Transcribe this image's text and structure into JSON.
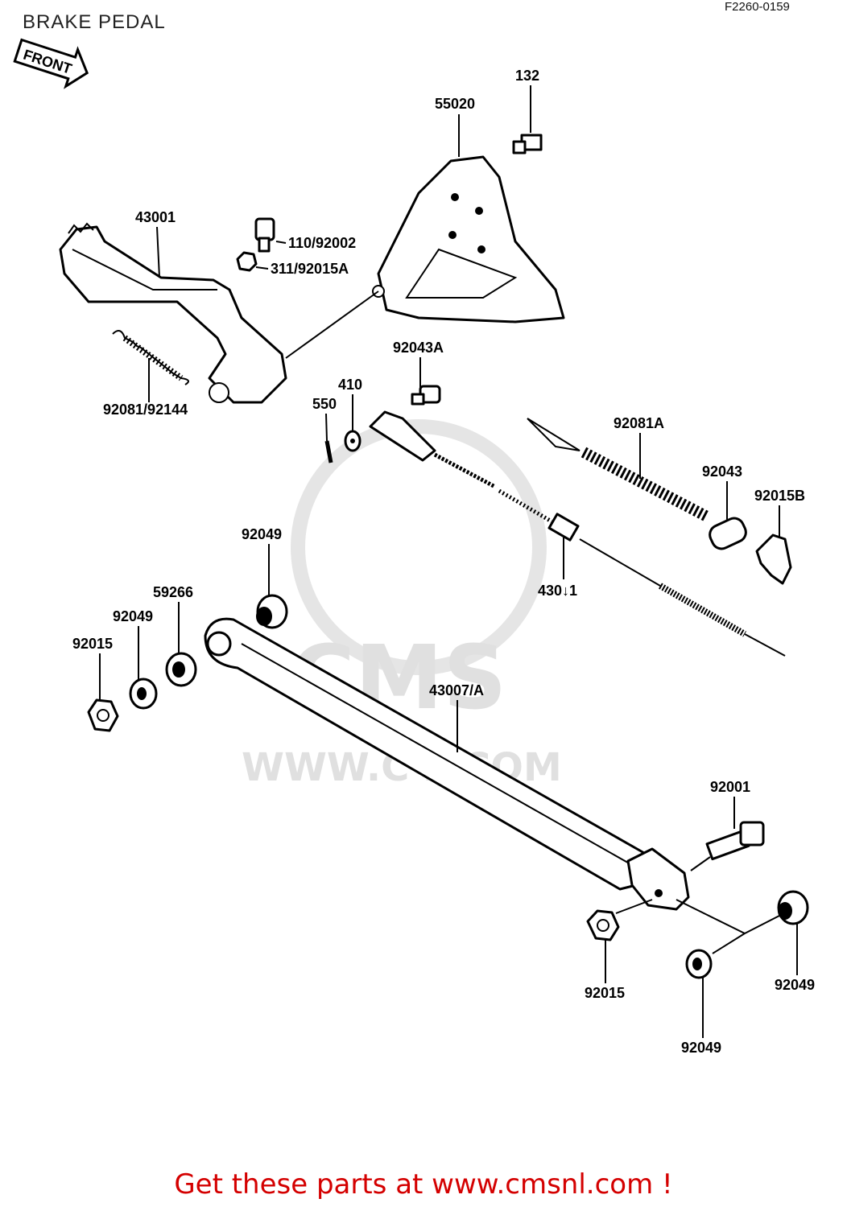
{
  "header": {
    "title": "BRAKE PEDAL",
    "reference": "F2260-0159"
  },
  "front_badge": "FRONT",
  "watermark": {
    "brand": "CMS",
    "url": "WWW.C  L.COM"
  },
  "parts": {
    "p132": "132",
    "p55020": "55020",
    "p43001": "43001",
    "p110_92002": "110/92002",
    "p311_92015A": "311/92015A",
    "p92081_92144": "92081/92144",
    "p92043A": "92043A",
    "p410": "410",
    "p550": "550",
    "p92081A": "92081A",
    "p92043": "92043",
    "p92015B": "92015B",
    "p92049_a": "92049",
    "p59266": "59266",
    "p92049_b": "92049",
    "p92015_a": "92015",
    "p430_1": "430↓1",
    "p43007A": "43007/A",
    "p92001": "92001",
    "p92015_b": "92015",
    "p92049_c": "92049",
    "p92049_d": "92049"
  },
  "footer": {
    "text": "Get these parts at www.cmsnl.com !"
  }
}
